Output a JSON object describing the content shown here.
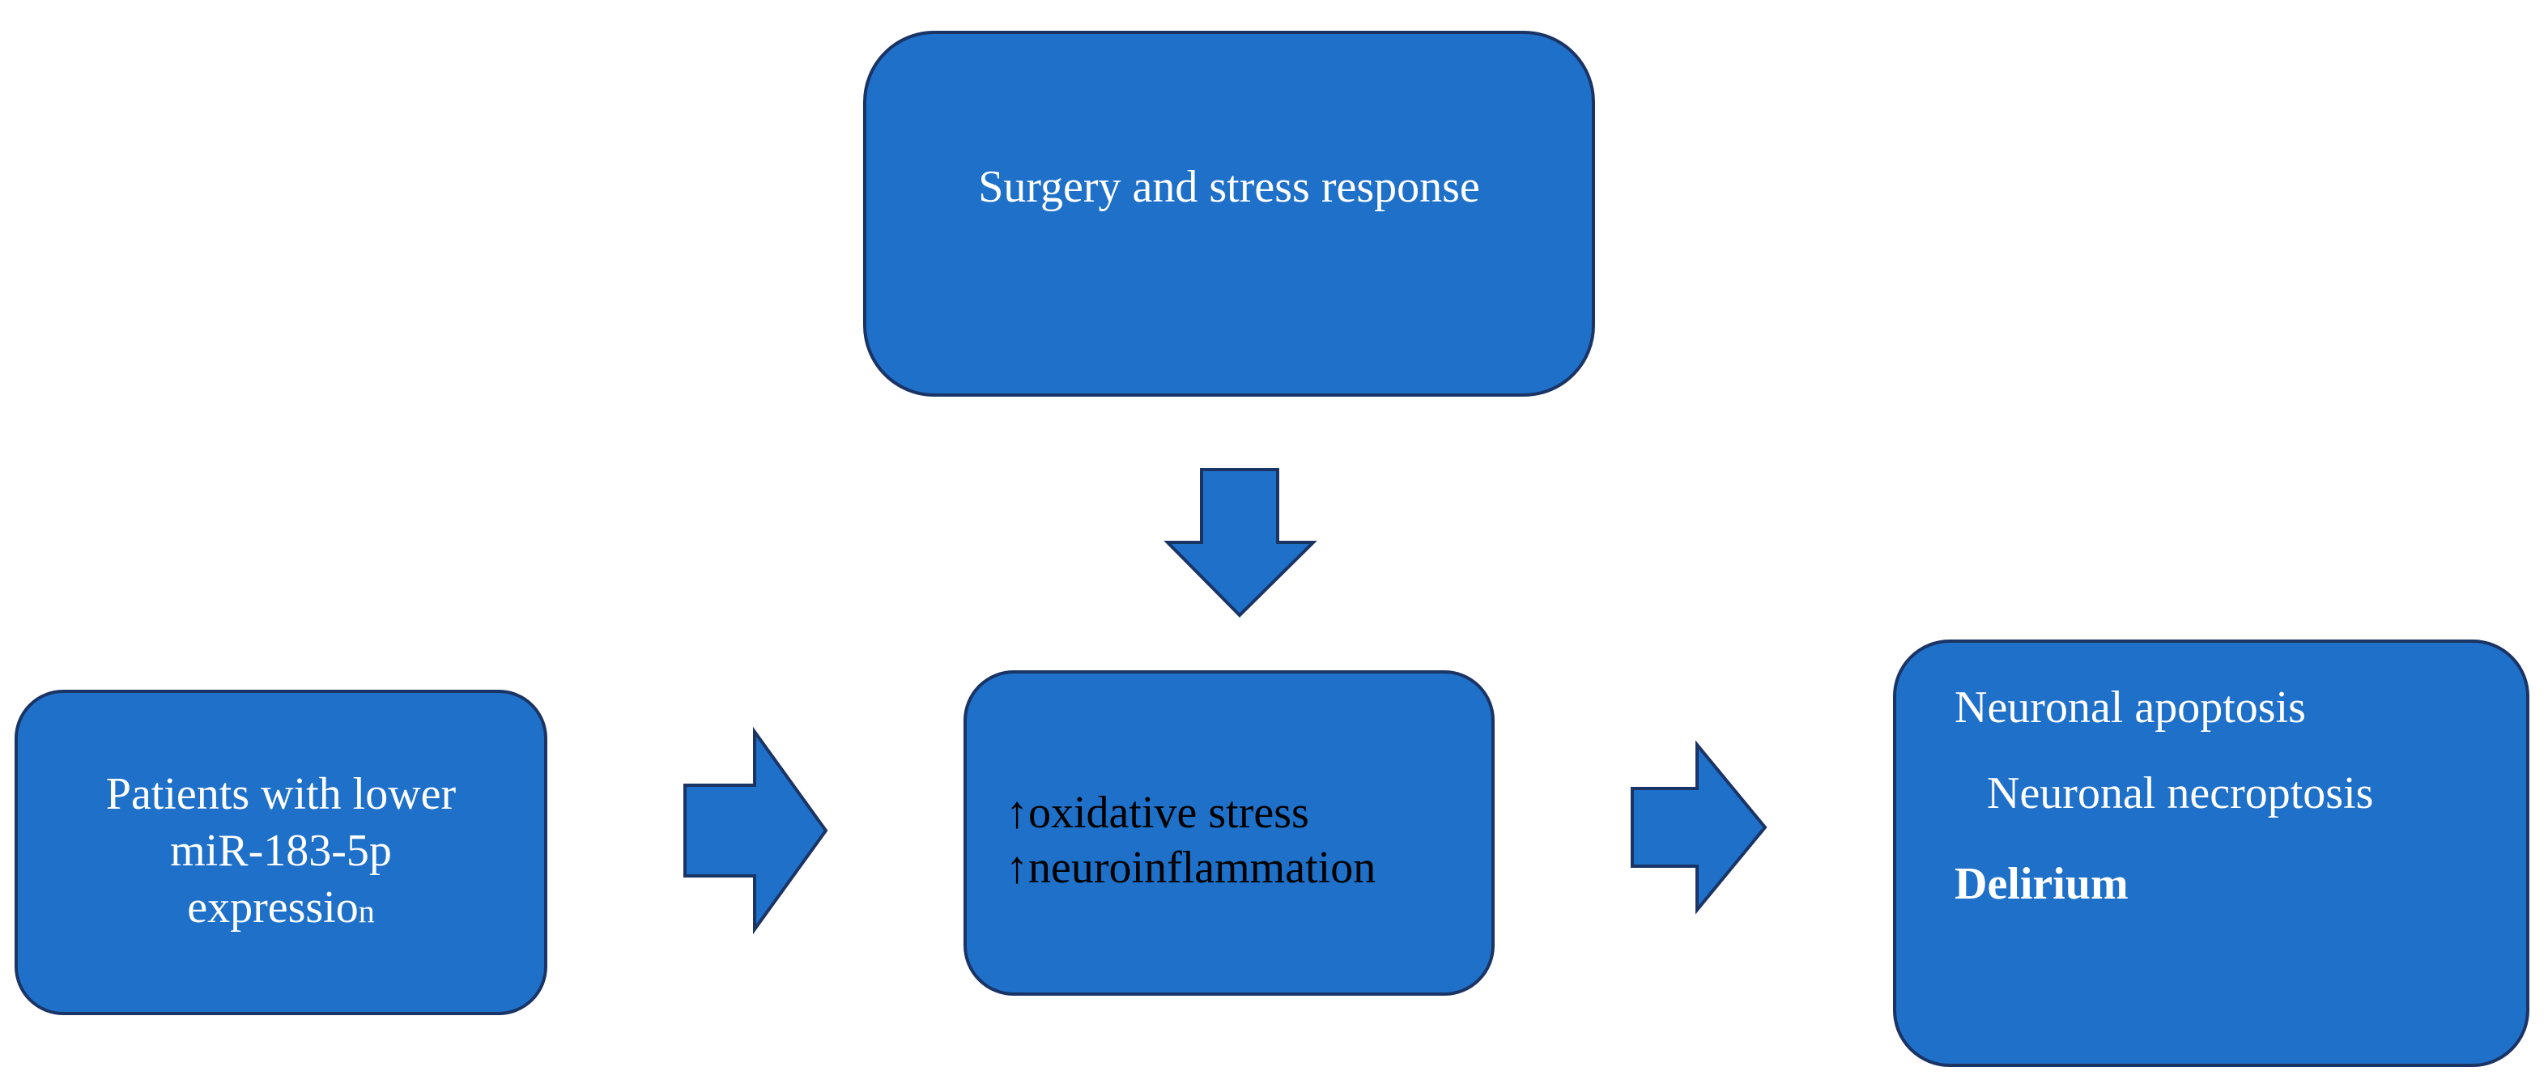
{
  "diagram": {
    "surgery_box": {
      "text": "Surgery and stress response"
    },
    "patients_box": {
      "line1": "Patients with lower",
      "line2": "miR-183-5p",
      "line3_main": "expressio",
      "line3_sub": "n"
    },
    "stress_box": {
      "line1": "↑oxidative stress",
      "line2": "↑neuroinflammation"
    },
    "outcome_box": {
      "line1": "Neuronal apoptosis",
      "line2": "Neuronal necroptosis",
      "line3": "Delirium"
    },
    "colors": {
      "box_fill": "#1e70c8",
      "box_border": "#1a3466",
      "text_light": "#ffffff",
      "text_dark": "#000000"
    }
  }
}
